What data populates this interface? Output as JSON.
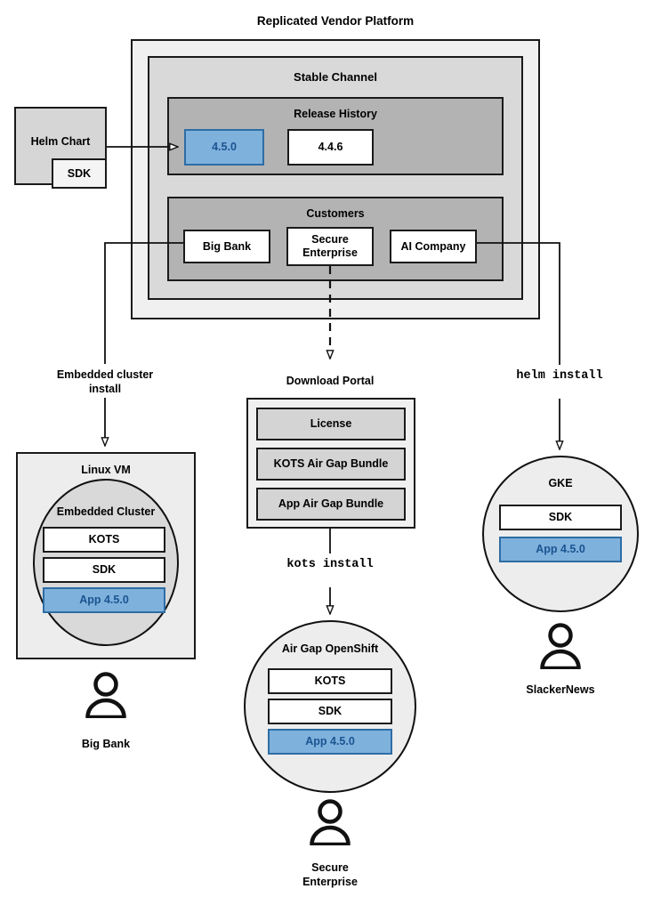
{
  "diagram": {
    "title": "Replicated Vendor Platform",
    "platform": {
      "stable_channel": {
        "title": "Stable Channel",
        "release_history": {
          "title": "Release History",
          "releases": [
            {
              "label": "4.5.0",
              "highlighted": true
            },
            {
              "label": "4.4.6",
              "highlighted": false
            }
          ]
        },
        "customers": {
          "title": "Customers",
          "items": [
            {
              "label": "Big Bank"
            },
            {
              "label": "Secure\nEnterprise"
            },
            {
              "label": "AI Company"
            }
          ]
        }
      }
    },
    "source": {
      "title": "Helm Chart",
      "sub": "SDK"
    },
    "flows": [
      {
        "label": "Embedded cluster\ninstall",
        "mono": false
      },
      {
        "label": "kots install",
        "mono": true
      },
      {
        "label": "helm install",
        "mono": true
      }
    ],
    "targets": {
      "linux_vm": {
        "title": "Linux VM",
        "cluster_title": "Embedded Cluster",
        "components": [
          {
            "label": "KOTS",
            "highlighted": false
          },
          {
            "label": "SDK",
            "highlighted": false
          },
          {
            "label": "App 4.5.0",
            "highlighted": true
          }
        ],
        "actor": "Big Bank"
      },
      "download_portal": {
        "title": "Download Portal",
        "artifacts": [
          {
            "label": "License"
          },
          {
            "label": "KOTS Air Gap Bundle"
          },
          {
            "label": "App Air Gap Bundle"
          }
        ]
      },
      "airgap_openshift": {
        "title": "Air Gap OpenShift",
        "components": [
          {
            "label": "KOTS",
            "highlighted": false
          },
          {
            "label": "SDK",
            "highlighted": false
          },
          {
            "label": "App 4.5.0",
            "highlighted": true
          }
        ],
        "actor": "Secure\nEnterprise"
      },
      "gke": {
        "title": "GKE",
        "components": [
          {
            "label": "SDK",
            "highlighted": false
          },
          {
            "label": "App 4.5.0",
            "highlighted": true
          }
        ],
        "actor": "SlackerNews"
      }
    },
    "colors": {
      "highlight_fill": "#7fb1dd",
      "highlight_border": "#2e6da4",
      "highlight_text": "#1a5490",
      "platform_bg": "#f0f0f0",
      "channel_bg": "#d9d9d9",
      "panel_bg": "#b3b3b3",
      "plain_bg": "#ffffff",
      "soft_bg": "#ededed",
      "artifact_bg": "#d4d4d4",
      "stroke": "#1a1a1a"
    }
  }
}
